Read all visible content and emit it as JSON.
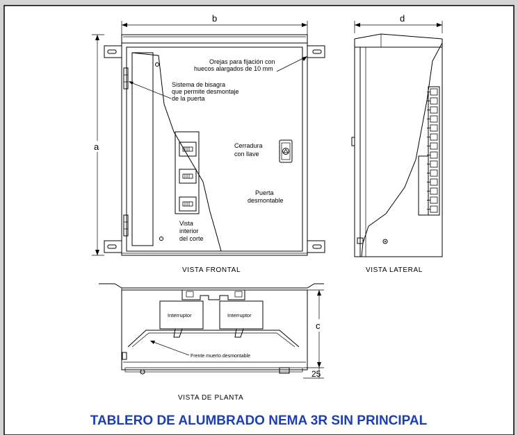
{
  "title": "TABLERO DE ALUMBRADO NEMA 3R SIN PRINCIPAL",
  "colors": {
    "title": "#1a3fb5",
    "frame_bg": "#d4d4d4",
    "sheet": "#ffffff",
    "ink": "#000000"
  },
  "dimensions": {
    "a": "a",
    "b": "b",
    "c": "c",
    "d": "d",
    "base": "25"
  },
  "front_view": {
    "caption": "VISTA FRONTAL",
    "ear_note_line1": "Orejas para fijación con",
    "ear_note_line2": "huecos alargados de 10 mm",
    "hinge_note_line1": "Sistema de bisagra",
    "hinge_note_line2": "que permite desmontaje",
    "hinge_note_line3": "de la puerta",
    "lock_line1": "Cerradura",
    "lock_line2": "con llave",
    "door_line1": "Puerta",
    "door_line2": "desmontable",
    "interior_line1": "Vista",
    "interior_line2": "interior",
    "interior_line3": "del corte"
  },
  "side_view": {
    "caption": "VISTA LATERAL"
  },
  "plan_view": {
    "caption": "VISTA DE PLANTA",
    "breaker_1": "Interruptor",
    "breaker_2": "Interruptor",
    "dead_front": "Frente muerto desmontable"
  }
}
